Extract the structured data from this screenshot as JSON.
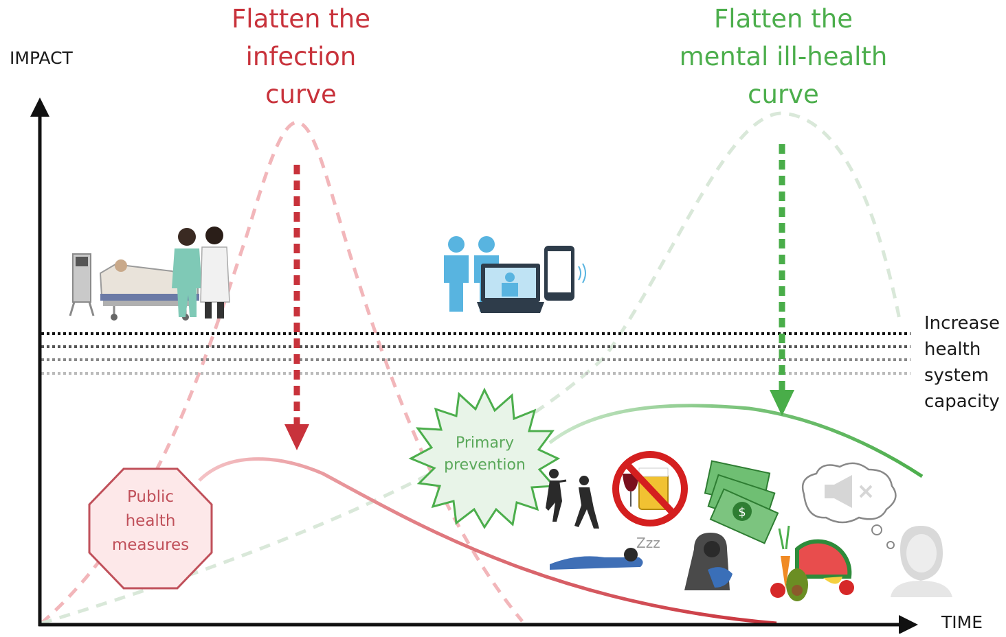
{
  "axes": {
    "y_label": "IMPACT",
    "x_label": "TIME"
  },
  "titles": {
    "infection": [
      "Flatten the",
      "infection",
      "curve"
    ],
    "mental": [
      "Flatten the",
      "mental ill-health",
      "curve"
    ]
  },
  "capacity_label": [
    "Increase",
    "health",
    "system",
    "capacity"
  ],
  "badges": {
    "public_health": [
      "Public",
      "health",
      "measures"
    ],
    "primary_prevention": [
      "Primary",
      "prevention"
    ]
  },
  "sleep_text": "Zzz",
  "colors": {
    "infection_red": "#c8323b",
    "infection_light": "#f0b4b8",
    "mental_green": "#4cae4c",
    "mental_light": "#cfe8cf",
    "axis": "#111111",
    "icon_blue": "#58b4e0",
    "icon_dark": "#2e3c4a"
  },
  "icons": [
    "hospital-bed-icon",
    "healthcare-workers-icon",
    "telehealth-people-icon",
    "laptop-video-call-icon",
    "smartphone-icon",
    "exercise-runners-icon",
    "no-alcohol-icon",
    "money-icon",
    "sleeping-person-icon",
    "parent-child-icon",
    "fruit-vegetables-icon",
    "thought-bubble-mute-icon",
    "person-head-icon"
  ]
}
